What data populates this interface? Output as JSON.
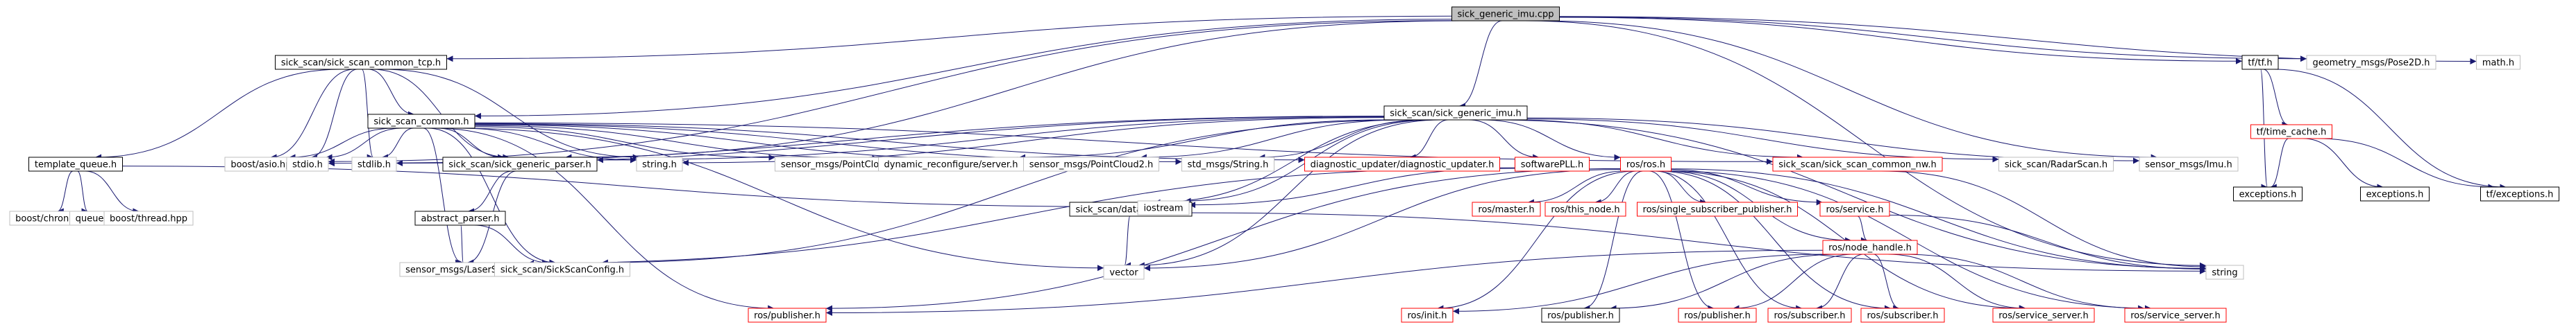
{
  "colors": {
    "edge": "#191970",
    "root_fill": "#bfbfbf",
    "root_border": "#000000",
    "documented_border": "#000000",
    "undocumented_border": "#ff0000",
    "system_border": "#bfbfbf",
    "text": "#000000"
  },
  "graph": {
    "nodes": [
      {
        "id": "root",
        "label": "sick_generic_imu.cpp",
        "kind": "root"
      },
      {
        "id": "tcp",
        "label": "sick_scan/sick_scan_common_tcp.h",
        "kind": "documented"
      },
      {
        "id": "common",
        "label": "sick_scan_common.h",
        "kind": "documented"
      },
      {
        "id": "genimu",
        "label": "sick_scan/sick_generic_imu.h",
        "kind": "documented"
      },
      {
        "id": "tq",
        "label": "template_queue.h",
        "kind": "documented"
      },
      {
        "id": "bchrono",
        "label": "boost/chrono.hpp",
        "kind": "system"
      },
      {
        "id": "queue",
        "label": "queue",
        "kind": "system"
      },
      {
        "id": "bthread",
        "label": "boost/thread.hpp",
        "kind": "system"
      },
      {
        "id": "basio",
        "label": "boost/asio.hpp",
        "kind": "system"
      },
      {
        "id": "stdio",
        "label": "stdio.h",
        "kind": "system"
      },
      {
        "id": "stdlib",
        "label": "stdlib.h",
        "kind": "system"
      },
      {
        "id": "parser",
        "label": "sick_scan/sick_generic_parser.h",
        "kind": "documented"
      },
      {
        "id": "abstract",
        "label": "abstract_parser.h",
        "kind": "documented"
      },
      {
        "id": "laserscan",
        "label": "sensor_msgs/LaserScan.h",
        "kind": "system"
      },
      {
        "id": "sickcfg",
        "label": "sick_scan/SickScanConfig.h",
        "kind": "system"
      },
      {
        "id": "stringh",
        "label": "string.h",
        "kind": "system"
      },
      {
        "id": "pointcloud",
        "label": "sensor_msgs/PointCloud.h",
        "kind": "system"
      },
      {
        "id": "dynreconf",
        "label": "dynamic_reconfigure/server.h",
        "kind": "system"
      },
      {
        "id": "pointcloud2",
        "label": "sensor_msgs/PointCloud2.h",
        "kind": "system"
      },
      {
        "id": "stdstring",
        "label": "std_msgs/String.h",
        "kind": "system"
      },
      {
        "id": "diag",
        "label": "diagnostic_updater/diagnostic_updater.h",
        "kind": "undocumented"
      },
      {
        "id": "softpll",
        "label": "softwarePLL.h",
        "kind": "undocumented"
      },
      {
        "id": "rosh",
        "label": "ros/ros.h",
        "kind": "undocumented"
      },
      {
        "id": "commonnw",
        "label": "sick_scan/sick_scan_common_nw.h",
        "kind": "undocumented"
      },
      {
        "id": "radarscan",
        "label": "sick_scan/RadarScan.h",
        "kind": "system"
      },
      {
        "id": "imu",
        "label": "sensor_msgs/Imu.h",
        "kind": "system"
      },
      {
        "id": "dumper",
        "label": "sick_scan/dataDumper.h",
        "kind": "documented"
      },
      {
        "id": "iostream",
        "label": "iostream",
        "kind": "system"
      },
      {
        "id": "vector",
        "label": "vector",
        "kind": "system"
      },
      {
        "id": "string",
        "label": "string",
        "kind": "system"
      },
      {
        "id": "master",
        "label": "ros/master.h",
        "kind": "undocumented"
      },
      {
        "id": "thisnode",
        "label": "ros/this_node.h",
        "kind": "undocumented"
      },
      {
        "id": "singlesub",
        "label": "ros/single_subscriber_publisher.h",
        "kind": "undocumented"
      },
      {
        "id": "service",
        "label": "ros/service.h",
        "kind": "undocumented"
      },
      {
        "id": "nodehandle",
        "label": "ros/node_handle.h",
        "kind": "undocumented"
      },
      {
        "id": "pub1",
        "label": "ros/publisher.h",
        "kind": "undocumented"
      },
      {
        "id": "init",
        "label": "ros/init.h",
        "kind": "undocumented"
      },
      {
        "id": "pub2",
        "label": "ros/publisher.h",
        "kind": "documented"
      },
      {
        "id": "pub3",
        "label": "ros/publisher.h",
        "kind": "undocumented"
      },
      {
        "id": "sub1",
        "label": "ros/subscriber.h",
        "kind": "undocumented"
      },
      {
        "id": "sub2",
        "label": "ros/subscriber.h",
        "kind": "undocumented"
      },
      {
        "id": "srv1",
        "label": "ros/service_server.h",
        "kind": "undocumented"
      },
      {
        "id": "srv2",
        "label": "ros/service_server.h",
        "kind": "undocumented"
      },
      {
        "id": "tfh",
        "label": "tf/tf.h",
        "kind": "documented"
      },
      {
        "id": "pose2d",
        "label": "geometry_msgs/Pose2D.h",
        "kind": "system"
      },
      {
        "id": "math",
        "label": "math.h",
        "kind": "system"
      },
      {
        "id": "timecache",
        "label": "tf/time_cache.h",
        "kind": "undocumented"
      },
      {
        "id": "exc1",
        "label": "exceptions.h",
        "kind": "documented"
      },
      {
        "id": "exc2",
        "label": "exceptions.h",
        "kind": "documented"
      },
      {
        "id": "tfexc",
        "label": "tf/exceptions.h",
        "kind": "documented"
      }
    ],
    "edges": [
      [
        "root",
        "tcp"
      ],
      [
        "root",
        "common"
      ],
      [
        "root",
        "genimu"
      ],
      [
        "root",
        "tfh"
      ],
      [
        "root",
        "pose2d"
      ],
      [
        "root",
        "math"
      ],
      [
        "root",
        "stdio"
      ],
      [
        "root",
        "parser"
      ],
      [
        "root",
        "imu"
      ],
      [
        "root",
        "string"
      ],
      [
        "tcp",
        "common"
      ],
      [
        "tcp",
        "tq"
      ],
      [
        "tcp",
        "basio"
      ],
      [
        "tcp",
        "stdio"
      ],
      [
        "tcp",
        "stdlib"
      ],
      [
        "tcp",
        "parser"
      ],
      [
        "tcp",
        "stringh"
      ],
      [
        "tq",
        "bchrono"
      ],
      [
        "tq",
        "queue"
      ],
      [
        "tq",
        "bthread"
      ],
      [
        "tq",
        "iostream"
      ],
      [
        "common",
        "basio"
      ],
      [
        "common",
        "stdio"
      ],
      [
        "common",
        "stdlib"
      ],
      [
        "common",
        "parser"
      ],
      [
        "common",
        "stringh"
      ],
      [
        "common",
        "pointcloud"
      ],
      [
        "common",
        "dynreconf"
      ],
      [
        "common",
        "pointcloud2"
      ],
      [
        "common",
        "stdstring"
      ],
      [
        "common",
        "diag"
      ],
      [
        "common",
        "vector"
      ],
      [
        "common",
        "sickcfg"
      ],
      [
        "common",
        "laserscan"
      ],
      [
        "common",
        "pub1"
      ],
      [
        "common",
        "commonnw"
      ],
      [
        "genimu",
        "stdlib"
      ],
      [
        "genimu",
        "stdio"
      ],
      [
        "genimu",
        "stringh"
      ],
      [
        "genimu",
        "dynreconf"
      ],
      [
        "genimu",
        "pointcloud2"
      ],
      [
        "genimu",
        "stdstring"
      ],
      [
        "genimu",
        "diag"
      ],
      [
        "genimu",
        "softpll"
      ],
      [
        "genimu",
        "rosh"
      ],
      [
        "genimu",
        "commonnw"
      ],
      [
        "genimu",
        "radarscan"
      ],
      [
        "genimu",
        "imu"
      ],
      [
        "genimu",
        "dumper"
      ],
      [
        "genimu",
        "iostream"
      ],
      [
        "genimu",
        "vector"
      ],
      [
        "genimu",
        "string"
      ],
      [
        "genimu",
        "parser"
      ],
      [
        "genimu",
        "sickcfg"
      ],
      [
        "parser",
        "abstract"
      ],
      [
        "parser",
        "laserscan"
      ],
      [
        "abstract",
        "laserscan"
      ],
      [
        "abstract",
        "sickcfg"
      ],
      [
        "dumper",
        "vector"
      ],
      [
        "dumper",
        "string"
      ],
      [
        "softpll",
        "laserscan"
      ],
      [
        "softpll",
        "iostream"
      ],
      [
        "commonnw",
        "string"
      ],
      [
        "rosh",
        "master"
      ],
      [
        "rosh",
        "thisnode"
      ],
      [
        "rosh",
        "singlesub"
      ],
      [
        "rosh",
        "service"
      ],
      [
        "rosh",
        "nodehandle"
      ],
      [
        "rosh",
        "pub1"
      ],
      [
        "rosh",
        "init"
      ],
      [
        "rosh",
        "pub2"
      ],
      [
        "rosh",
        "pub3"
      ],
      [
        "rosh",
        "sub1"
      ],
      [
        "rosh",
        "sub2"
      ],
      [
        "rosh",
        "srv1"
      ],
      [
        "rosh",
        "srv2"
      ],
      [
        "rosh",
        "string"
      ],
      [
        "rosh",
        "vector"
      ],
      [
        "service",
        "nodehandle"
      ],
      [
        "service",
        "string"
      ],
      [
        "nodehandle",
        "pub1"
      ],
      [
        "nodehandle",
        "init"
      ],
      [
        "nodehandle",
        "pub2"
      ],
      [
        "nodehandle",
        "pub3"
      ],
      [
        "nodehandle",
        "sub1"
      ],
      [
        "nodehandle",
        "sub2"
      ],
      [
        "nodehandle",
        "srv1"
      ],
      [
        "nodehandle",
        "srv2"
      ],
      [
        "tfh",
        "exc1"
      ],
      [
        "tfh",
        "timecache"
      ],
      [
        "tfh",
        "tfexc"
      ],
      [
        "timecache",
        "exc1"
      ],
      [
        "timecache",
        "exc2"
      ],
      [
        "timecache",
        "tfexc"
      ]
    ]
  }
}
